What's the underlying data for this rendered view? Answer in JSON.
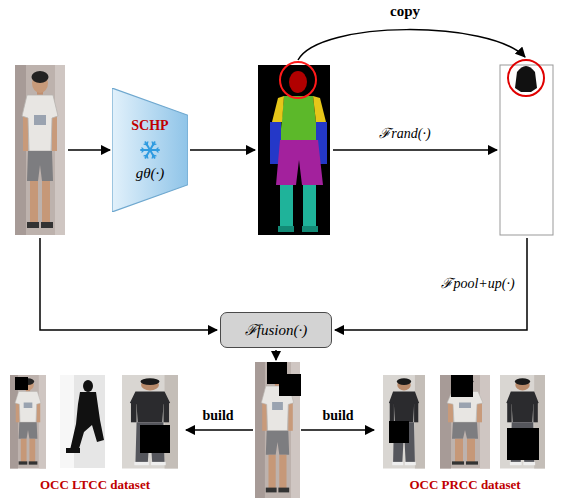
{
  "diagram": {
    "nodes": [
      {
        "text": [
          "SCHP",
          "gθ(·)"
        ]
      },
      {
        "text": [
          "ℱfusion(·)"
        ]
      }
    ],
    "labels": [
      "copy",
      "ℱrand(·)",
      "ℱpool+up(·)",
      "build",
      "build",
      "OCC LTCC dataset",
      "OCC PRCC dataset"
    ]
  }
}
